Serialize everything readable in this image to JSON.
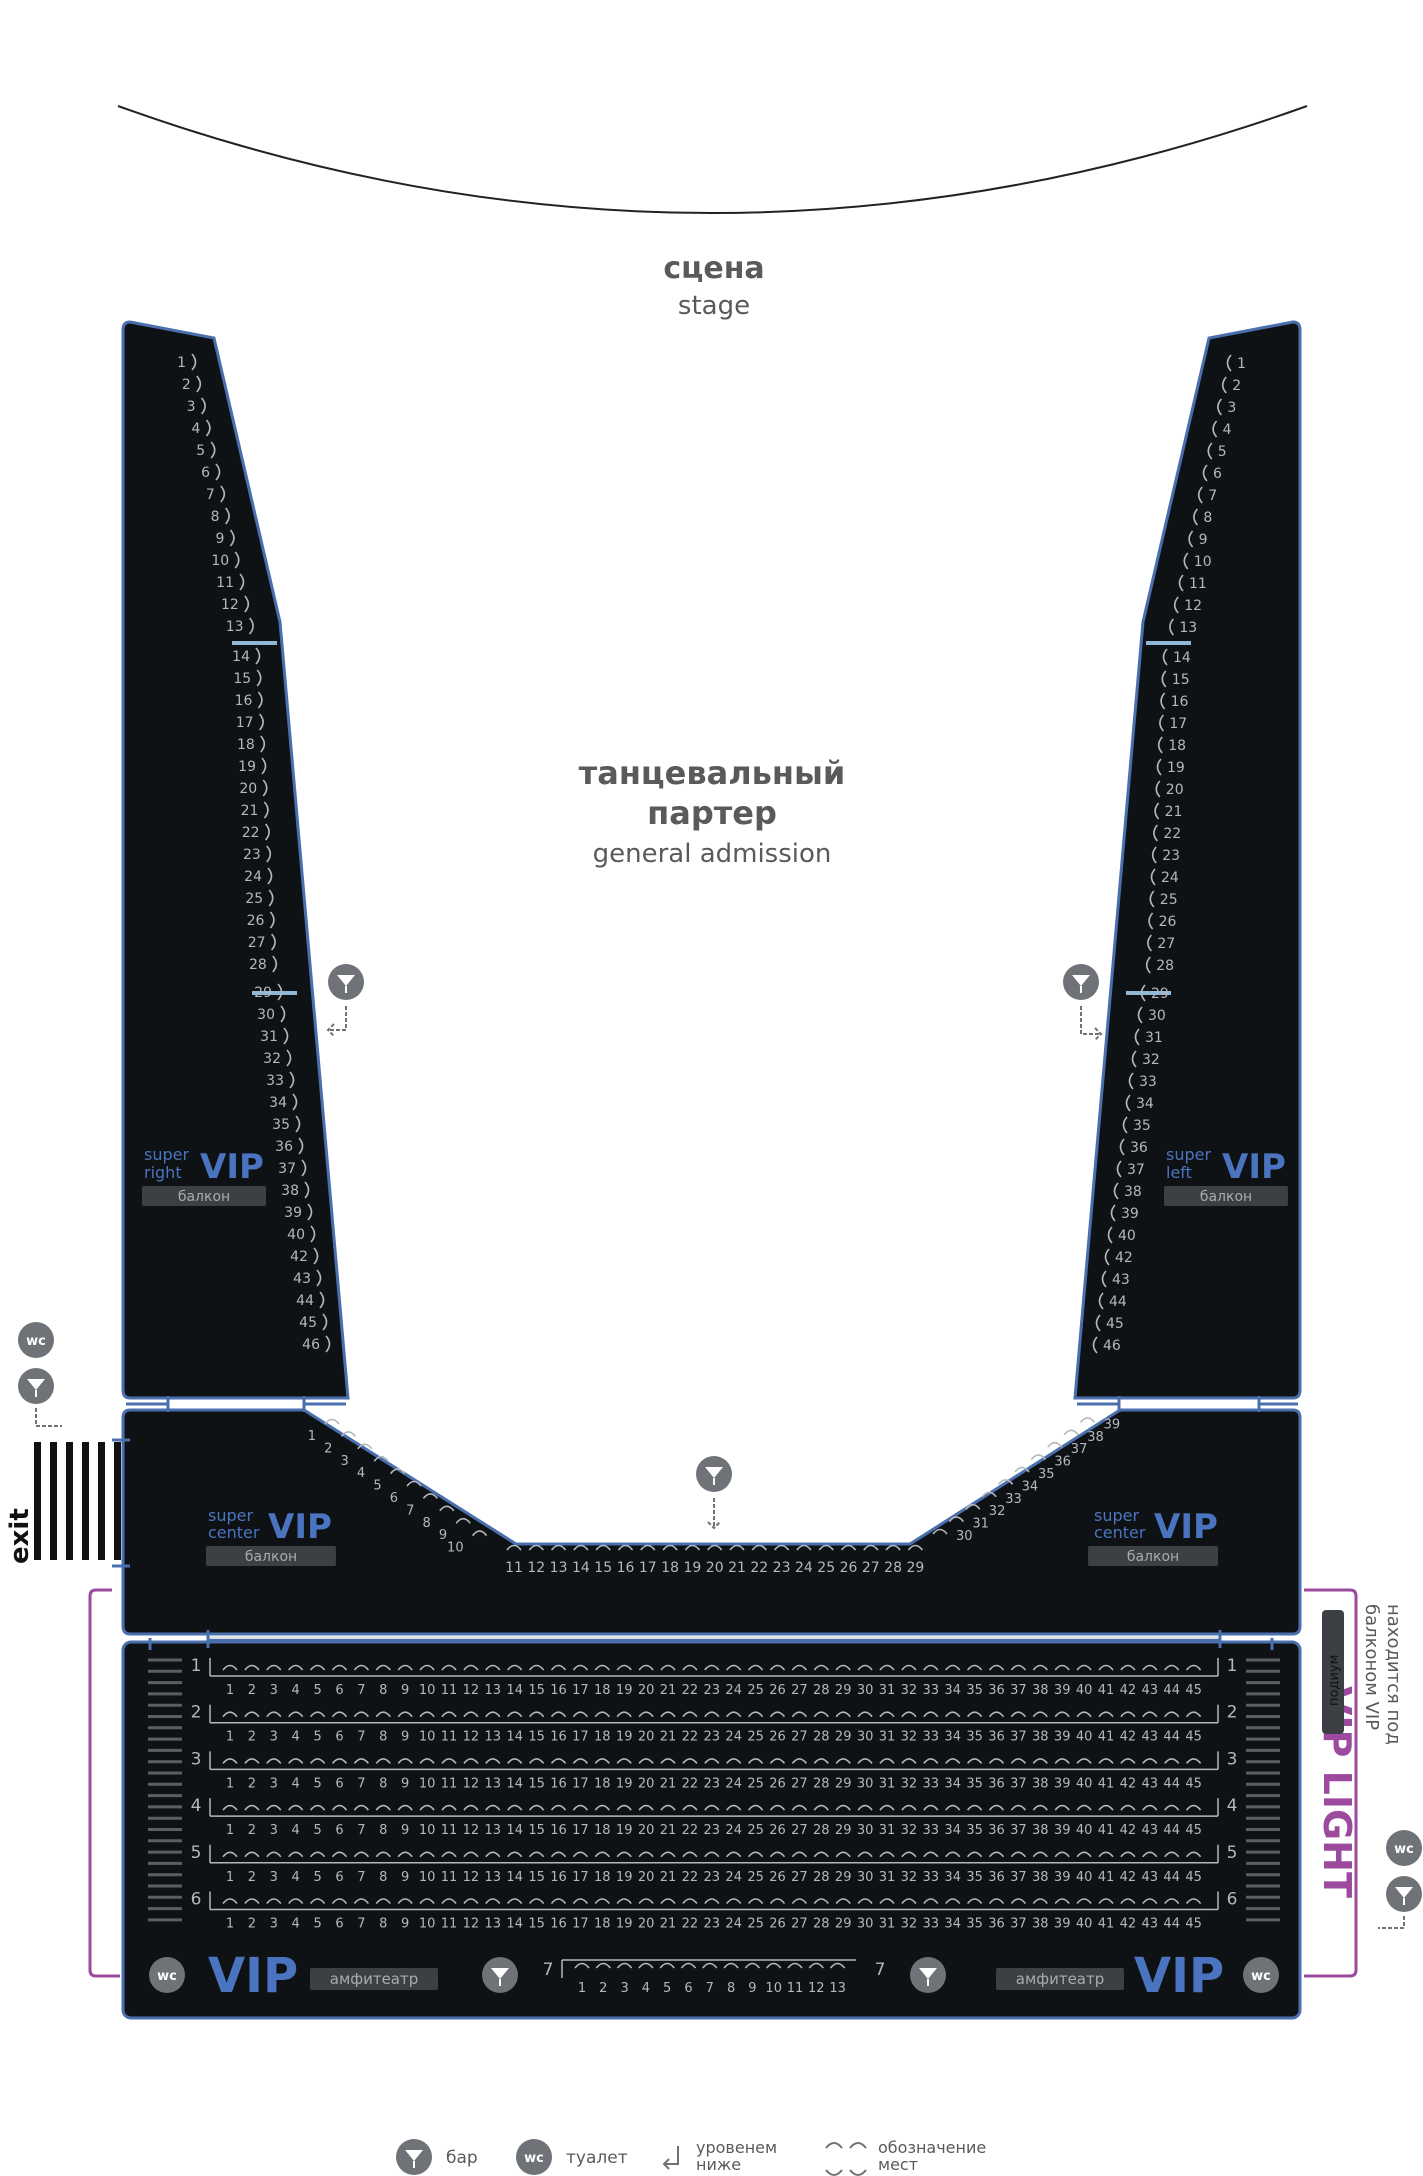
{
  "stage": {
    "ru": "сцена",
    "en": "stage"
  },
  "dance_floor": {
    "ru_line1": "танцевальный",
    "ru_line2": "партер",
    "en": "general admission"
  },
  "balcony_right": {
    "super": "super",
    "side": "right",
    "vip": "VIP",
    "tag": "балкон"
  },
  "balcony_left": {
    "super": "super",
    "side": "left",
    "vip": "VIP",
    "tag": "балкон"
  },
  "balcony_center_left": {
    "super": "super",
    "side": "center",
    "vip": "VIP",
    "tag": "балкон"
  },
  "balcony_center_right": {
    "super": "super",
    "side": "center",
    "vip": "VIP",
    "tag": "балкон"
  },
  "exit_label": "exit",
  "wc_label": "wc",
  "amph": {
    "vip": "VIP",
    "tag": "амфитеатр"
  },
  "podium": "подиум",
  "vip_light": {
    "title": "VIP LIGHT",
    "note_line1": "находится под",
    "note_line2": "балконом VIP"
  },
  "seating": {
    "side_seats": [
      1,
      2,
      3,
      4,
      5,
      6,
      7,
      8,
      9,
      10,
      11,
      12,
      13,
      14,
      15,
      16,
      17,
      18,
      19,
      20,
      21,
      22,
      23,
      24,
      25,
      26,
      27,
      28,
      29,
      30,
      31,
      32,
      33,
      34,
      35,
      36,
      37,
      38,
      39,
      40,
      42,
      43,
      44,
      45,
      46
    ],
    "center_seats": [
      1,
      2,
      3,
      4,
      5,
      6,
      7,
      8,
      9,
      10,
      11,
      12,
      13,
      14,
      15,
      16,
      17,
      18,
      19,
      20,
      21,
      22,
      23,
      24,
      25,
      26,
      27,
      28,
      29,
      30,
      31,
      32,
      33,
      34,
      35,
      36,
      37,
      38,
      39
    ],
    "amph_rows": [
      1,
      2,
      3,
      4,
      5,
      6
    ],
    "amph_seats_per_row": 45,
    "row7_label": "7",
    "row7_seats": 13
  },
  "legend": {
    "bar": "бар",
    "wc": "туалет",
    "level_line1": "уровенем",
    "level_line2": "ниже",
    "seats_line1": "обозначение",
    "seats_line2": "мест"
  },
  "colors": {
    "section_fill": "#0f1215",
    "border_blue": "#4a6fae",
    "vip_blue": "#4a74c0",
    "vip_light": "#9b4a9e",
    "text_gray": "#5a5a5a",
    "seat_line": "#b4b8bc"
  }
}
